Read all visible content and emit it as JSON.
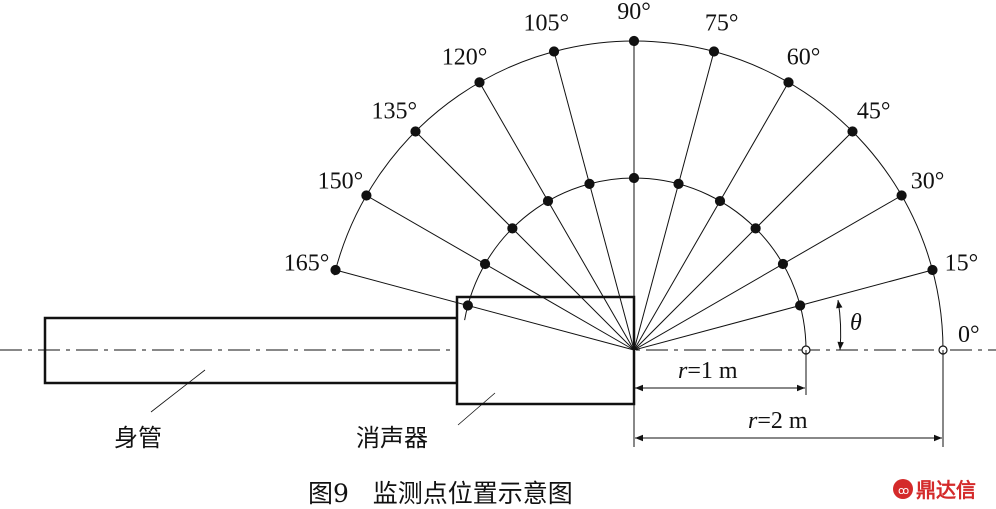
{
  "angles": [
    {
      "deg": 0,
      "label": "0°"
    },
    {
      "deg": 15,
      "label": "15°"
    },
    {
      "deg": 30,
      "label": "30°"
    },
    {
      "deg": 45,
      "label": "45°"
    },
    {
      "deg": 60,
      "label": "60°"
    },
    {
      "deg": 75,
      "label": "75°"
    },
    {
      "deg": 90,
      "label": "90°"
    },
    {
      "deg": 105,
      "label": "105°"
    },
    {
      "deg": 120,
      "label": "120°"
    },
    {
      "deg": 135,
      "label": "135°"
    },
    {
      "deg": 150,
      "label": "150°"
    },
    {
      "deg": 165,
      "label": "165°"
    }
  ],
  "theta_label": "θ",
  "dim_r1": {
    "italic": "r",
    "rest": "=1 m"
  },
  "dim_r2": {
    "italic": "r",
    "rest": "=2 m"
  },
  "barrel_label": "身管",
  "muffler_label": "消声器",
  "caption": "图9   监测点位置示意图",
  "watermark": "鼎达信",
  "colors": {
    "line": "#111111",
    "watermark": "#d42a2a"
  }
}
